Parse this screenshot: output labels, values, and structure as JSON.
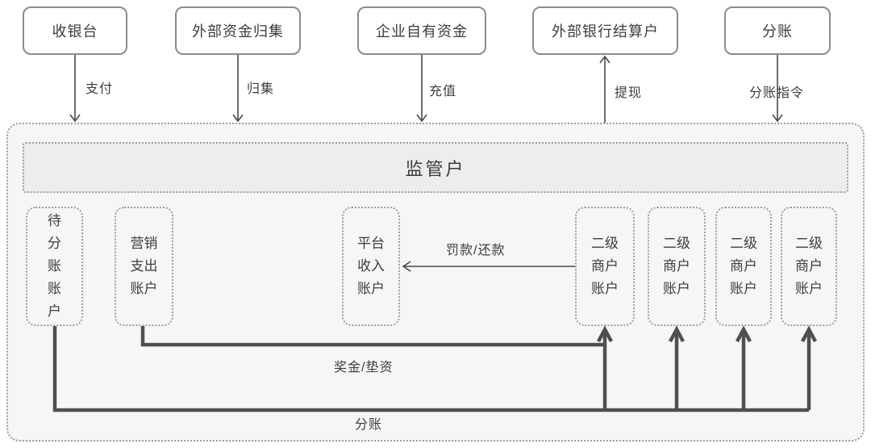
{
  "diagram": {
    "top_nodes": [
      {
        "label": "收银台"
      },
      {
        "label": "外部资金归集"
      },
      {
        "label": "企业自有资金"
      },
      {
        "label": "外部银行结算户"
      },
      {
        "label": "分账"
      }
    ],
    "flow_labels": {
      "pay": "支付",
      "collect": "归集",
      "recharge": "充值",
      "withdraw": "提现",
      "split_instruction": "分账指令",
      "fine_repay": "罚款/还款",
      "bonus_advance": "奖金/垫资",
      "split": "分账"
    },
    "supervised_container": {
      "header": "监管户"
    },
    "inner_nodes": [
      {
        "label": "待\n分\n账\n账\n户"
      },
      {
        "label": "营销\n支出\n账户"
      },
      {
        "label": "平台\n收入\n账户"
      },
      {
        "label": "二级\n商户\n账户"
      },
      {
        "label": "二级\n商户\n账户"
      },
      {
        "label": "二级\n商户\n账户"
      },
      {
        "label": "二级\n商户\n账户"
      }
    ],
    "colors": {
      "container_bg": "#f6f6f6",
      "header_bg": "#ededed",
      "dotted_border": "#9e9e9e",
      "solid_border": "#8c8c8c",
      "wire": "#4f4f4f",
      "text": "#3d3d3d"
    }
  }
}
